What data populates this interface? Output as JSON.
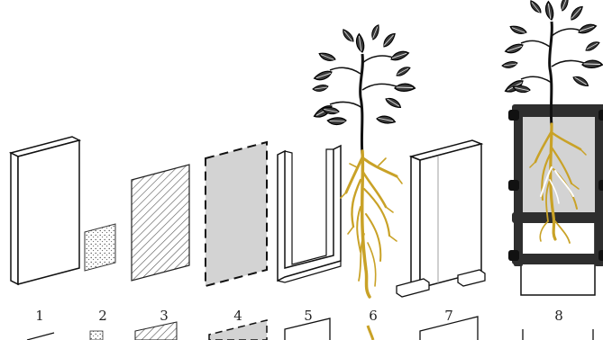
{
  "figure": {
    "step_labels": [
      "1",
      "2",
      "3",
      "4",
      "5",
      "6",
      "7",
      "8"
    ],
    "colors": {
      "outline": "#111111",
      "root": "#c9a227",
      "root_dark": "#a88418",
      "gray_panel": "#d3d3d3",
      "frame_bar": "#333333"
    }
  }
}
